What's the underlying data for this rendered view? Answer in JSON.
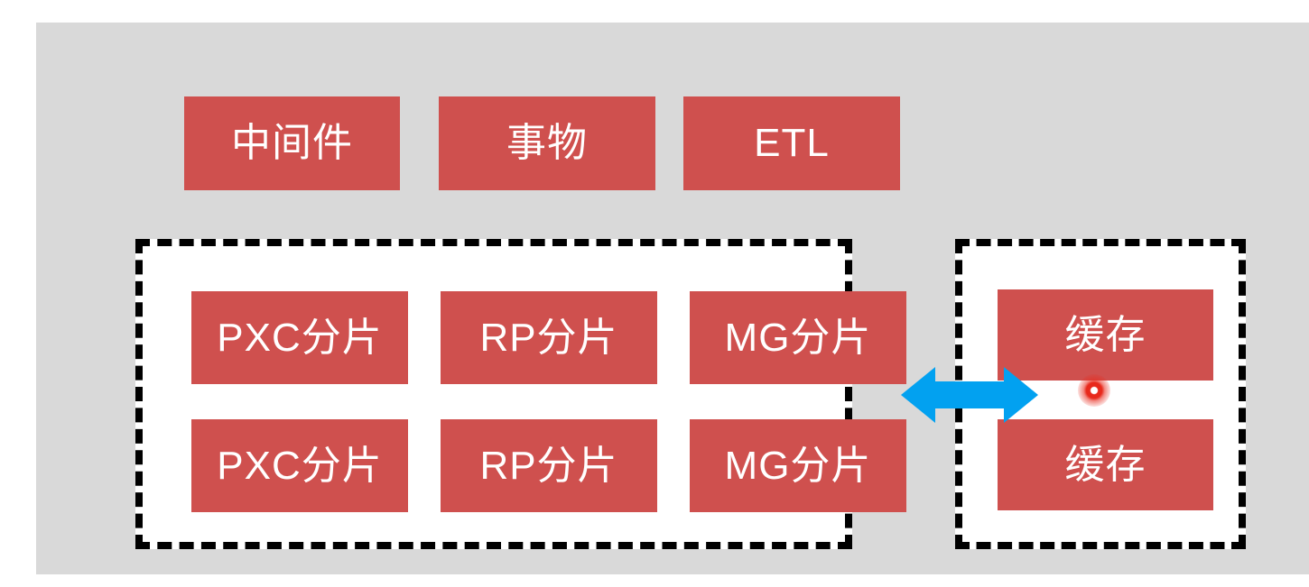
{
  "canvas": {
    "background_color": "#d9d9d9",
    "outside_color": "#ffffff"
  },
  "palette": {
    "block_red": "#cf504e",
    "block_text": "#ffffff",
    "dashed_border": "#000000",
    "arrow_blue": "#02a1f0",
    "cursor_red": "#e8291c"
  },
  "top_row": {
    "blocks": [
      {
        "label": "中间件"
      },
      {
        "label": "事物"
      },
      {
        "label": "ETL"
      }
    ]
  },
  "sharding_group": {
    "rows": [
      {
        "cells": [
          {
            "label": "PXC分片"
          },
          {
            "label": "RP分片"
          },
          {
            "label": "MG分片"
          }
        ]
      },
      {
        "cells": [
          {
            "label": "PXC分片"
          },
          {
            "label": "RP分片"
          },
          {
            "label": "MG分片"
          }
        ]
      }
    ]
  },
  "cache_group": {
    "blocks": [
      {
        "label": "缓存"
      },
      {
        "label": "缓存"
      }
    ]
  },
  "connector": {
    "icon": "double-headed-arrow-icon",
    "direction": "bidirectional",
    "color": "#02a1f0"
  },
  "cursor": {
    "icon": "cursor-highlight-dot-icon",
    "color": "#e8291c"
  }
}
